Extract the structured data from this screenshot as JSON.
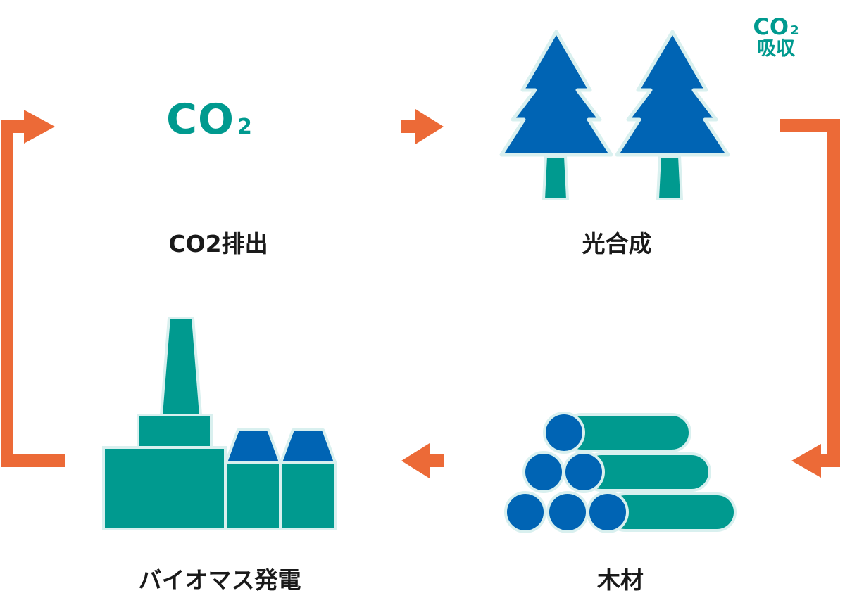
{
  "labels": {
    "emission": "CO2排出",
    "photosynthesis": "光合成",
    "biomass": "バイオマス発電",
    "wood": "木材"
  },
  "co2_symbol": {
    "main": "CO",
    "sub": "2"
  },
  "absorption": {
    "main": "CO",
    "sub": "2",
    "text": "吸収"
  },
  "colors": {
    "arrow": "#ec6a37",
    "teal": "#009a8f",
    "blue": "#0064b4",
    "outline": "#d9f0ef",
    "label": "#1a1a1a"
  }
}
